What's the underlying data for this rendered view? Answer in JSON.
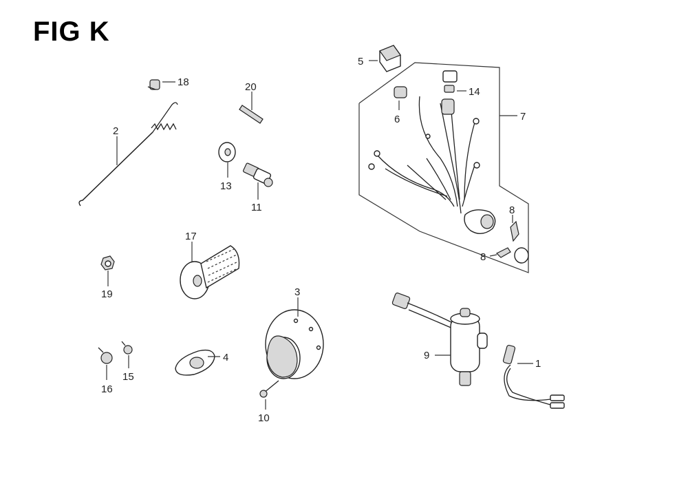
{
  "figure": {
    "title": "FIG K"
  },
  "callouts": [
    "1",
    "2",
    "3",
    "4",
    "5",
    "6",
    "7",
    "8",
    "8",
    "9",
    "10",
    "11",
    "13",
    "14",
    "15",
    "16",
    "17",
    "18",
    "19",
    "20"
  ]
}
